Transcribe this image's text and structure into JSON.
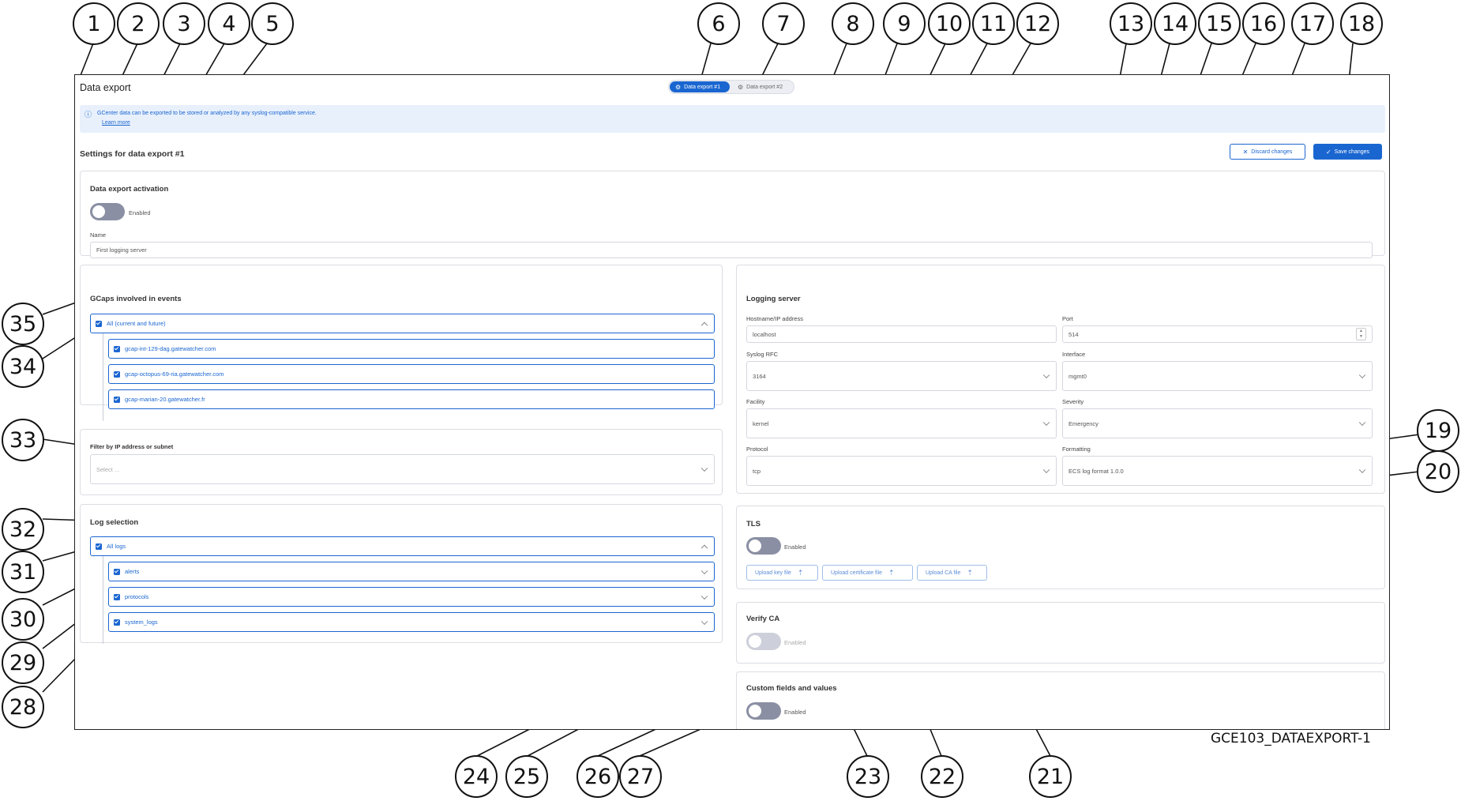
{
  "caption": "GCE103_DATAEXPORT-1",
  "callouts": [
    "1",
    "2",
    "3",
    "4",
    "5",
    "6",
    "7",
    "8",
    "9",
    "10",
    "11",
    "12",
    "13",
    "14",
    "15",
    "16",
    "17",
    "18",
    "19",
    "20",
    "21",
    "22",
    "23",
    "24",
    "25",
    "26",
    "27",
    "28",
    "29",
    "30",
    "31",
    "32",
    "33",
    "34",
    "35"
  ],
  "page": {
    "title": "Data export",
    "tabs": [
      {
        "label": "Data export #1",
        "icon": "gear-icon",
        "active": true
      },
      {
        "label": "Data export #2",
        "icon": "gear-icon",
        "active": false
      }
    ],
    "info": {
      "text": "GCenter data can be exported to be stored or analyzed by any syslog-compatible service.",
      "link": "Learn more",
      "icon": "info-icon"
    },
    "settings_title": "Settings for data export #1",
    "buttons": {
      "discard": "Discard changes",
      "save": "Save changes"
    }
  },
  "activation": {
    "title": "Data export activation",
    "toggle_label": "Enabled",
    "name_label": "Name",
    "name_value": "First logging server"
  },
  "gcaps": {
    "title": "GCaps involved in events",
    "all": "All (current and future)",
    "items": [
      "gcap-int-129-dag.gatewatcher.com",
      "gcap-octopus-69-ria.gatewatcher.com",
      "gcap-marian-20.gatewatcher.fr"
    ]
  },
  "filter": {
    "label": "Filter by IP address or subnet",
    "placeholder": "Select ..."
  },
  "logs": {
    "title": "Log selection",
    "all": "All logs",
    "items": [
      "alerts",
      "protocols",
      "system_logs"
    ]
  },
  "server": {
    "title": "Logging server",
    "hostname_label": "Hostname/IP address",
    "hostname_value": "localhost",
    "port_label": "Port",
    "port_value": "514",
    "rfc_label": "Syslog RFC",
    "rfc_value": "3164",
    "interface_label": "Interface",
    "interface_value": "mgmt0",
    "facility_label": "Facility",
    "facility_value": "kernel",
    "severity_label": "Severity",
    "severity_value": "Emergency",
    "protocol_label": "Protocol",
    "protocol_value": "tcp",
    "formatting_label": "Formatting",
    "formatting_value": "ECS log format 1.0.0"
  },
  "tls": {
    "title": "TLS",
    "toggle_label": "Enabled",
    "upload_key": "Upload key file",
    "upload_cert": "Upload certificate file",
    "upload_ca": "Upload CA file"
  },
  "verify": {
    "title": "Verify CA",
    "toggle_label": "Enabled"
  },
  "custom": {
    "title": "Custom fields and values",
    "toggle_label": "Enabled"
  }
}
